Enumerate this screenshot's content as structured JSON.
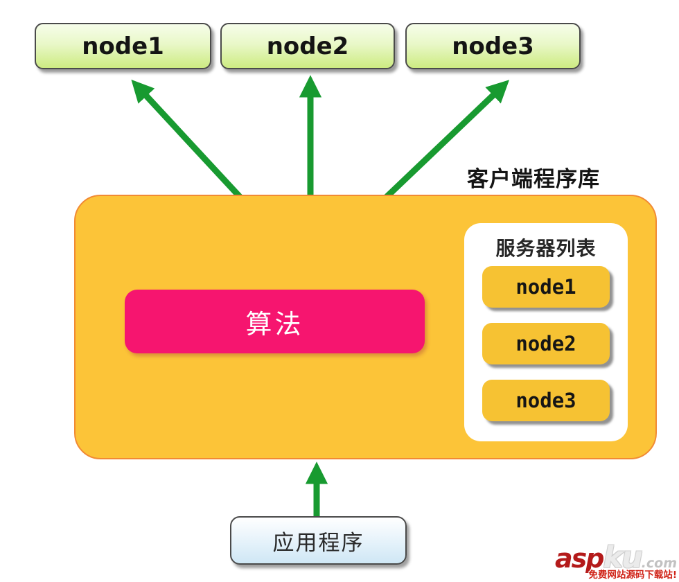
{
  "top_nodes": [
    {
      "label": "node1"
    },
    {
      "label": "node2"
    },
    {
      "label": "node3"
    }
  ],
  "client_library": {
    "label": "客户端程序库",
    "algorithm": {
      "label": "算法"
    },
    "server_list": {
      "title": "服务器列表",
      "nodes": [
        {
          "label": "node1"
        },
        {
          "label": "node2"
        },
        {
          "label": "node3"
        }
      ]
    }
  },
  "application": {
    "label": "应用程序"
  },
  "watermark": {
    "brand_asp": "asp",
    "brand_ku": "ku",
    "brand_tld": ".com",
    "tagline": "免费网站源码下载站!"
  },
  "colors": {
    "arrow_green": "#189a30",
    "library_orange": "#fcc438",
    "library_border": "#f18a34",
    "algorithm_pink": "#f6156f",
    "node_green_top": "#f6fdea",
    "node_green_bottom": "#cdeb82",
    "list_node_orange": "#f6c233",
    "app_blue_bottom": "#cfe7f5"
  }
}
